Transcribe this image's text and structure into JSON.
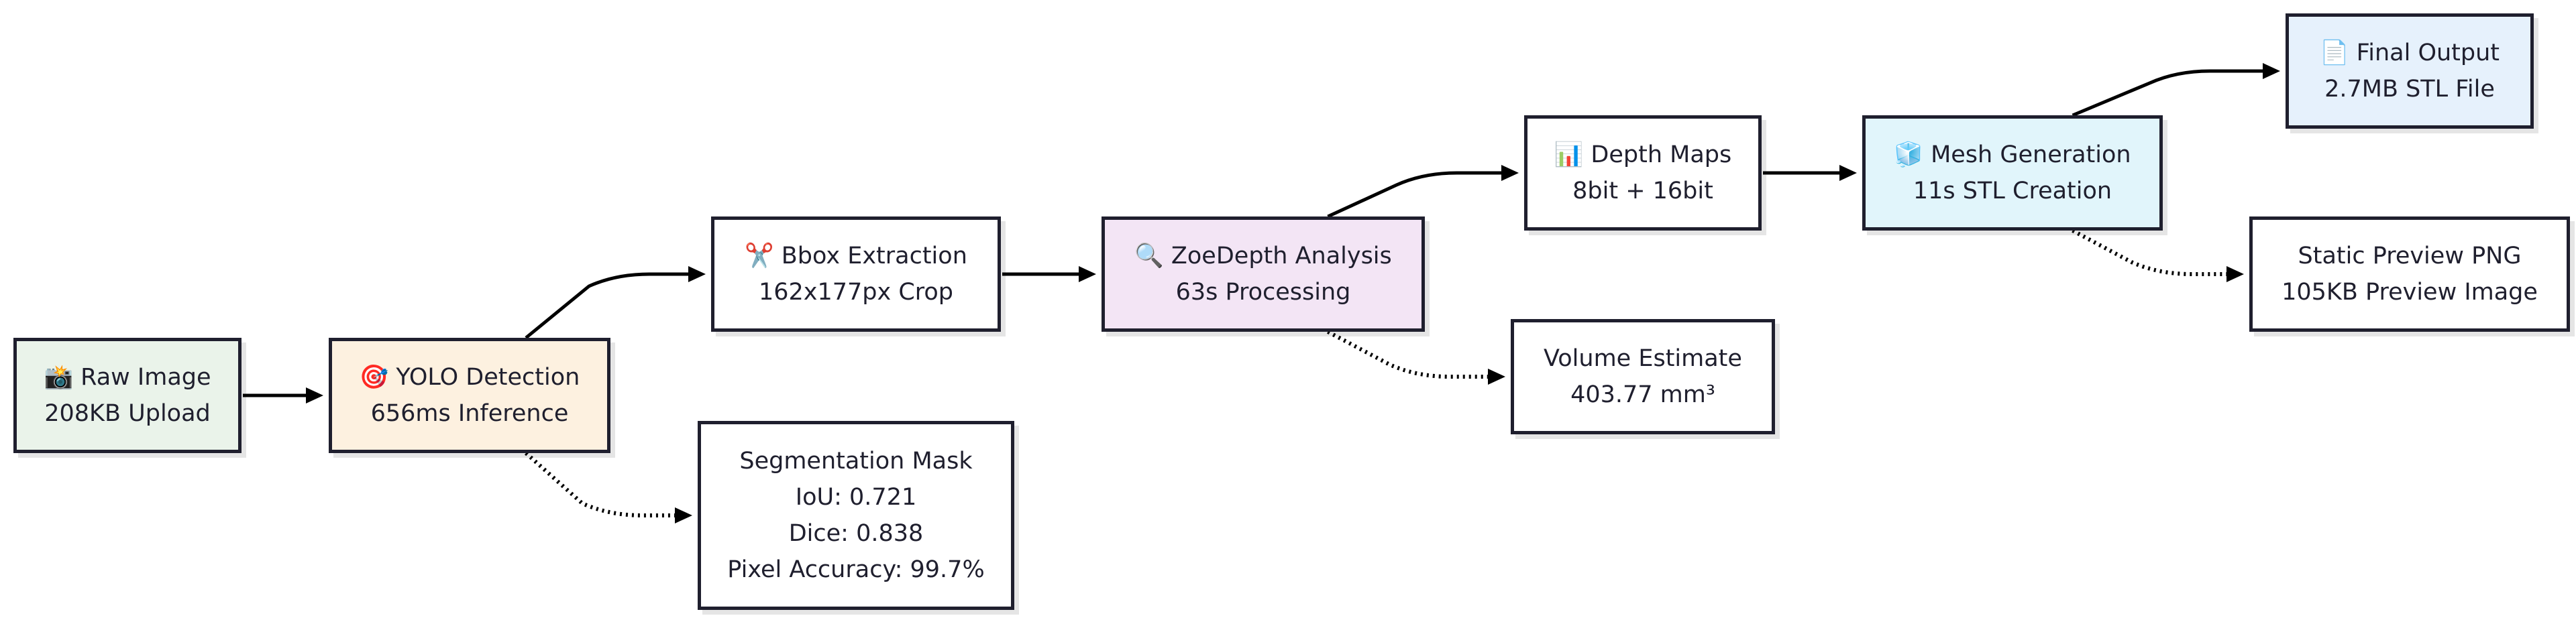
{
  "diagram": {
    "nodes": [
      {
        "id": "raw",
        "lines": [
          "📸 Raw Image",
          "208KB Upload"
        ],
        "fill": "#eaf3ea"
      },
      {
        "id": "yolo",
        "lines": [
          "🎯 YOLO Detection",
          "656ms Inference"
        ],
        "fill": "#fdf1e0"
      },
      {
        "id": "bbox",
        "lines": [
          "✂️ Bbox Extraction",
          "162x177px Crop"
        ],
        "fill": "#ffffff"
      },
      {
        "id": "seg",
        "lines": [
          "Segmentation Mask",
          "IoU: 0.721",
          "Dice: 0.838",
          "Pixel Accuracy: 99.7%"
        ],
        "fill": "#ffffff"
      },
      {
        "id": "zoe",
        "lines": [
          "🔍 ZoeDepth Analysis",
          "63s Processing"
        ],
        "fill": "#f3e5f5"
      },
      {
        "id": "depth",
        "lines": [
          "📊 Depth Maps",
          "8bit + 16bit"
        ],
        "fill": "#ffffff"
      },
      {
        "id": "volume",
        "lines": [
          "Volume Estimate",
          "403.77 mm³"
        ],
        "fill": "#ffffff"
      },
      {
        "id": "mesh",
        "lines": [
          "🧊 Mesh Generation",
          "11s STL Creation"
        ],
        "fill": "#e1f5fb"
      },
      {
        "id": "final",
        "lines": [
          "📄 Final Output",
          "2.7MB STL File"
        ],
        "fill": "#e6f1fc"
      },
      {
        "id": "preview",
        "lines": [
          "Static Preview PNG",
          "105KB Preview Image"
        ],
        "fill": "#ffffff"
      }
    ],
    "edges": [
      {
        "from": "raw",
        "to": "yolo",
        "style": "solid"
      },
      {
        "from": "yolo",
        "to": "bbox",
        "style": "solid"
      },
      {
        "from": "yolo",
        "to": "seg",
        "style": "dotted"
      },
      {
        "from": "bbox",
        "to": "zoe",
        "style": "solid"
      },
      {
        "from": "zoe",
        "to": "depth",
        "style": "solid"
      },
      {
        "from": "zoe",
        "to": "volume",
        "style": "dotted"
      },
      {
        "from": "depth",
        "to": "mesh",
        "style": "solid"
      },
      {
        "from": "mesh",
        "to": "final",
        "style": "solid"
      },
      {
        "from": "mesh",
        "to": "preview",
        "style": "dotted"
      }
    ]
  }
}
